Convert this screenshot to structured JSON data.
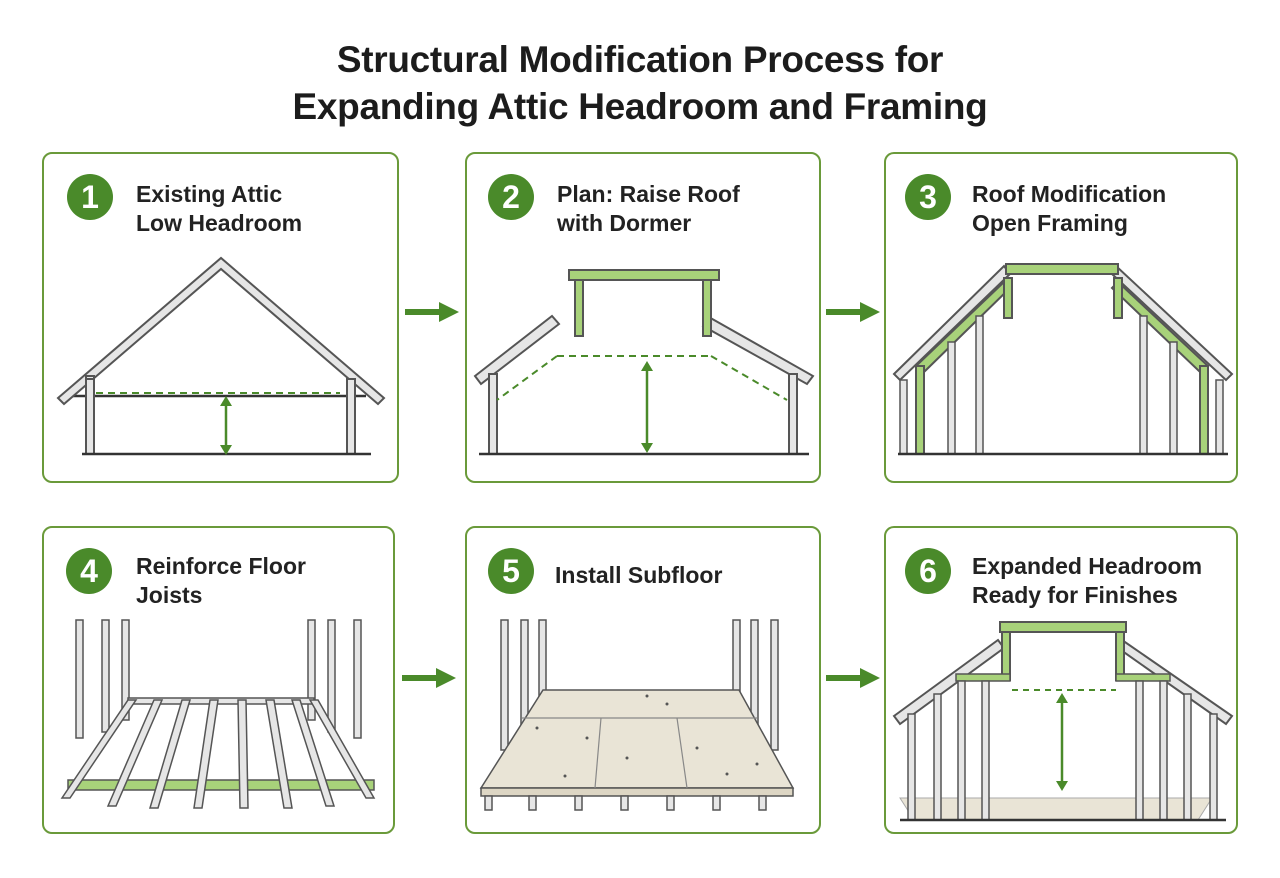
{
  "title": {
    "line1": "Structural Modification Process for",
    "line2": "Expanding Attic Headroom and Framing"
  },
  "steps": [
    {
      "number": "1",
      "line1": "Existing Attic",
      "line2": "Low Headroom"
    },
    {
      "number": "2",
      "line1": "Plan: Raise Roof",
      "line2": "with Dormer"
    },
    {
      "number": "3",
      "line1": "Roof Modification",
      "line2": "Open Framing"
    },
    {
      "number": "4",
      "line1": "Reinforce Floor",
      "line2": "Joists"
    },
    {
      "number": "5",
      "line1": "Install Subfloor",
      "line2": ""
    },
    {
      "number": "6",
      "line1": "Expanded Headroom",
      "line2": "Ready for Finishes"
    }
  ],
  "colors": {
    "accent": "#4a8a2a",
    "border": "#6a9a3a",
    "new_framing": "#a8d27a",
    "lumber": "#e6e6e6",
    "subfloor": "#e9e4d6"
  },
  "icons": [
    "right-arrow-icon",
    "double-headed-arrow-icon",
    "dashed-line"
  ]
}
